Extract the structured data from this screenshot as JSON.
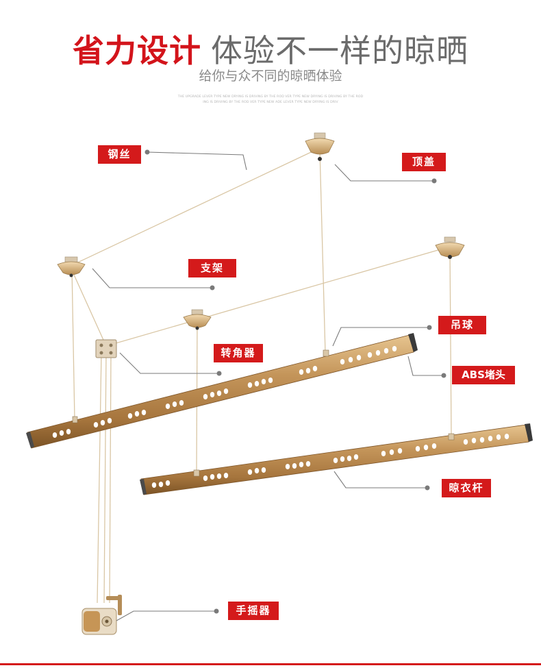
{
  "header": {
    "title_accent": "省力设计",
    "title_rest": "体验不一样的晾晒",
    "subtitle": "给你与众不同的晾晒体验",
    "fine_line_1": "THE UPGRADE LEVER TYPE NEW DRYING IS DRIVING BY THE ROD VER TYPE NEW DRYING IS DRIVING BY THE ROD",
    "fine_line_2": "ING IS DRIVING BY THE ROD VER TYPE NEW ADE LEVER TYPE NEW DRYING IS DRIV"
  },
  "labels": {
    "steel_wire": "钢丝",
    "top_cover": "顶盖",
    "bracket": "支架",
    "hanging_ball": "吊球",
    "corner_unit": "转角器",
    "abs_end_cap": "ABS堵头",
    "drying_rod": "晾衣杆",
    "hand_crank": "手摇器"
  },
  "colors": {
    "accent_red": "#d41a1b",
    "rod_gold": "#b98a4e",
    "wire": "#d7c3a1",
    "leader": "#7a7a7a"
  }
}
